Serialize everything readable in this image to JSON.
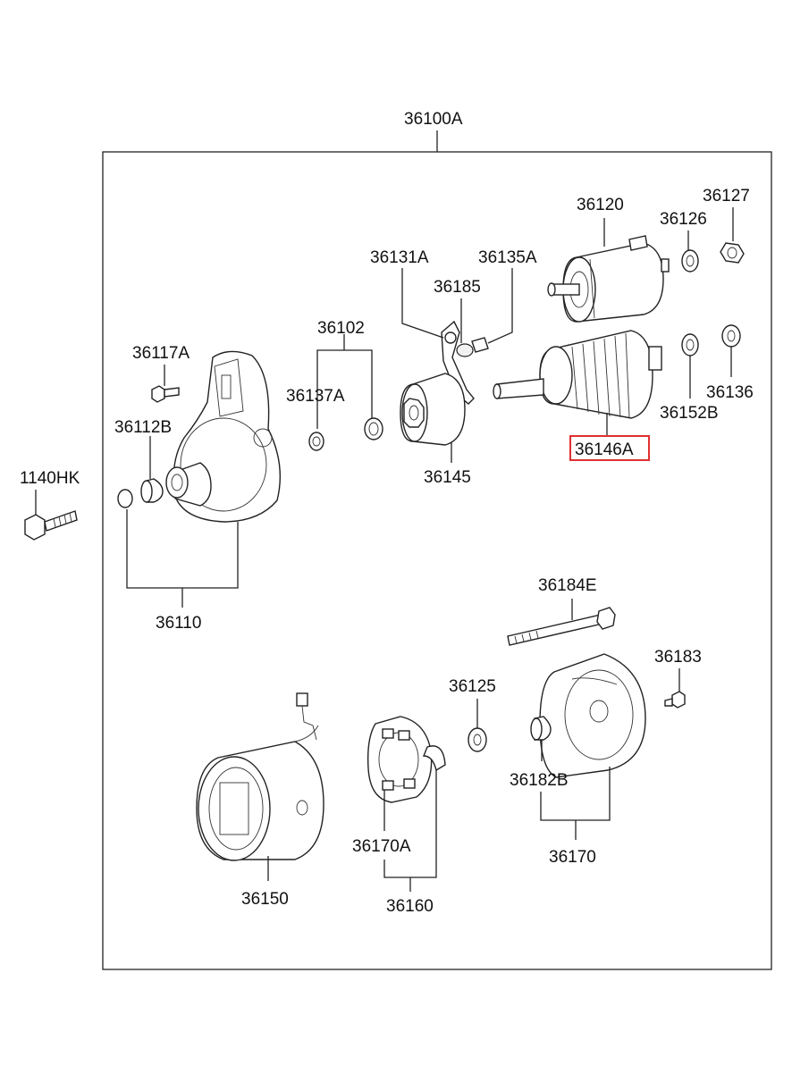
{
  "assembly_label": "36100A",
  "highlight_color": "#e03030",
  "parts": {
    "p36120": "36120",
    "p36126": "36126",
    "p36127": "36127",
    "p36131A": "36131A",
    "p36135A": "36135A",
    "p36185": "36185",
    "p36102": "36102",
    "p36117A": "36117A",
    "p36137A": "36137A",
    "p36112B": "36112B",
    "p36136": "36136",
    "p36152B": "36152B",
    "p36146A": "36146A",
    "p36145": "36145",
    "p1140HK": "1140HK",
    "p36110": "36110",
    "p36184E": "36184E",
    "p36183": "36183",
    "p36125": "36125",
    "p36182B": "36182B",
    "p36170A": "36170A",
    "p36170": "36170",
    "p36150": "36150",
    "p36160": "36160"
  }
}
